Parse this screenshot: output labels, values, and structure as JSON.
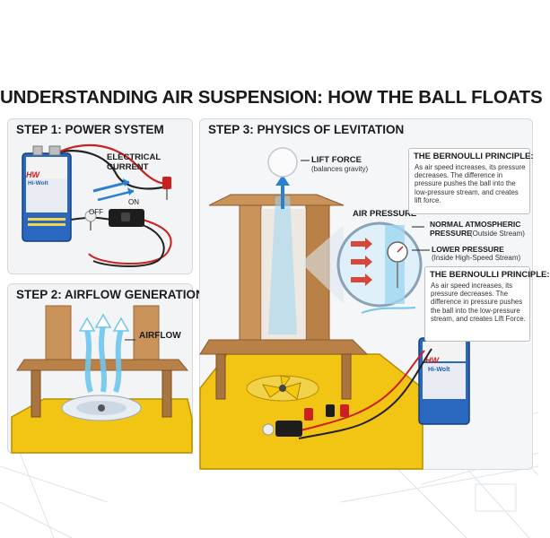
{
  "title": "UNDERSTANDING AIR SUSPENSION: HOW THE BALL FLOATS",
  "step1": {
    "title": "STEP 1: POWER SYSTEM",
    "current_label": "ELECTRICAL\nCURRENT",
    "off_label": "OFF",
    "on_label": "ON",
    "battery_brand": "Hi-Wolt",
    "battery_logo": "HW"
  },
  "step2": {
    "title": "STEP 2: AIRFLOW GENERATION",
    "airflow_label": "AIRFLOW"
  },
  "step3": {
    "title": "STEP 3: PHYSICS OF LEVITATION",
    "lift_force_label": "LIFT FORCE",
    "lift_force_sub": "(balances gravity)",
    "air_pressure_label": "AIR PRESSURE",
    "normal_pressure_label": "NORMAL ATMOSPHERIC\nPRESSURE",
    "normal_pressure_sub": "(Outside Stream)",
    "lower_pressure_label": "LOWER PRESSURE",
    "lower_pressure_sub": "(Inside High-Speed Stream)",
    "bernoulli_title": "THE BERNOULLI PRINCIPLE:",
    "bernoulli_text_1": "As air speed increases, its pressure decreases. The difference in pressure pushes the ball into the low-pressure stream, and creates lift force.",
    "bernoulli_text_2": "As air speed increases, its pressure decreases. The difference in pressure pushes the ball into the low-pressure stream, and creates Lift Force.",
    "battery_brand": "Hi-Wolt",
    "battery_logo": "HW"
  },
  "colors": {
    "cardboard": "#c9935a",
    "cardboard_dark": "#9a6a3a",
    "base_yellow": "#f2c514",
    "battery_blue": "#1f5fb4",
    "airflow_blue": "#6fc6f0",
    "red_pin": "#cc1f1f"
  }
}
